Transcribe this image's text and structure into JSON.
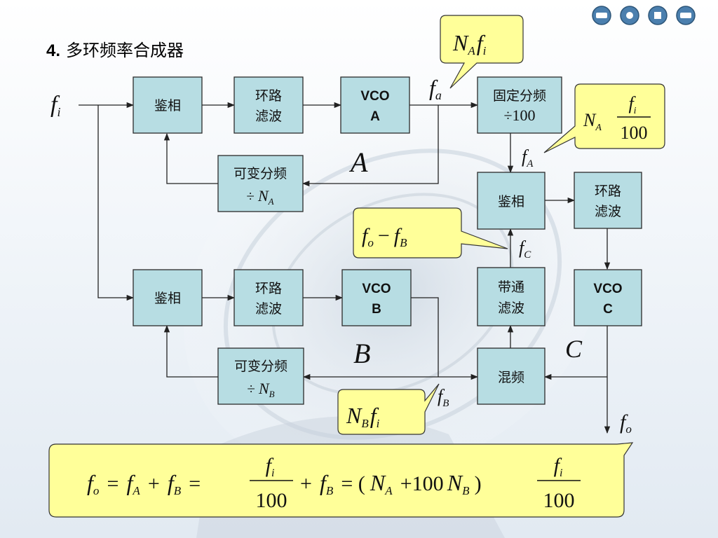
{
  "title": {
    "number": "4.",
    "text": "多环频率合成器"
  },
  "blocks": {
    "pd_a": "鉴相",
    "lf_a": [
      "环路",
      "滤波"
    ],
    "vco_a": [
      "VCO",
      "A"
    ],
    "div_fixed": [
      "固定分频",
      "÷100"
    ],
    "div_a": [
      "可变分频",
      "÷",
      "N",
      "A"
    ],
    "pd_c": "鉴相",
    "lf_c": [
      "环路",
      "滤波"
    ],
    "pd_b": "鉴相",
    "lf_b": [
      "环路",
      "滤波"
    ],
    "vco_b": [
      "VCO",
      "B"
    ],
    "bpf": [
      "带通",
      "滤波"
    ],
    "vco_c": [
      "VCO",
      "C"
    ],
    "div_b": [
      "可变分频",
      "÷",
      "N",
      "B"
    ],
    "mixer": "混频"
  },
  "loop_labels": {
    "a": "A",
    "b": "B",
    "c": "C"
  },
  "signals": {
    "fi": {
      "main": "f",
      "sub": "i"
    },
    "fa": {
      "main": "f",
      "sub": "a"
    },
    "fA": {
      "main": "f",
      "sub": "A"
    },
    "fC": {
      "main": "f",
      "sub": "C"
    },
    "fB": {
      "main": "f",
      "sub": "B"
    },
    "fo": {
      "main": "f",
      "sub": "o"
    }
  },
  "callouts": {
    "na_fi": [
      "N",
      "A",
      "f",
      "i"
    ],
    "na_fi_100": [
      "N",
      "A",
      "f",
      "i",
      "100"
    ],
    "fo_minus_fb": [
      "f",
      "o",
      "−",
      "f",
      "B"
    ],
    "nb_fi": [
      "N",
      "B",
      "f",
      "i"
    ]
  },
  "formula": {
    "lhs": [
      "f",
      "o",
      "=",
      "f",
      "A",
      "+",
      "f",
      "B",
      "="
    ],
    "frac1": [
      "f",
      "i",
      "100"
    ],
    "mid": [
      "+",
      "f",
      "B",
      "= (",
      "N",
      "A",
      "+100",
      "N",
      "B",
      ")"
    ],
    "frac2": [
      "f",
      "i",
      "100"
    ]
  },
  "nav_icons": [
    "nav-first-icon",
    "nav-prev-icon",
    "nav-next-icon",
    "nav-last-icon"
  ],
  "colors": {
    "block": "#b7dde3",
    "callout": "#ffff99",
    "nav": "#4b7fae"
  }
}
